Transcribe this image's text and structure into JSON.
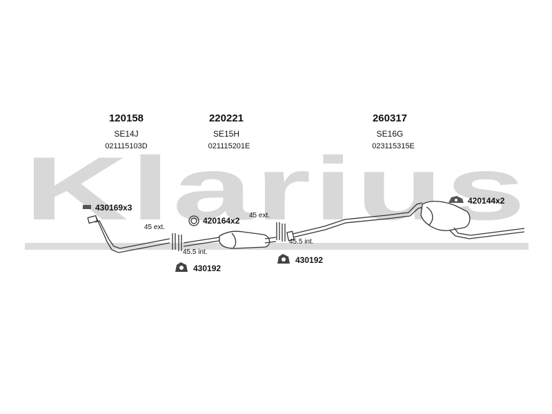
{
  "watermark": {
    "text": "Klarius",
    "color": "#d6d6d6"
  },
  "sections": [
    {
      "part": "120158",
      "model": "SE14J",
      "oem": "021115103D"
    },
    {
      "part": "220221",
      "model": "SE15H",
      "oem": "021115201E"
    },
    {
      "part": "260317",
      "model": "SE16G",
      "oem": "023115315E"
    }
  ],
  "accessories": {
    "a1": "430169x3",
    "a2": "420164x2",
    "a3": "420144x2",
    "a4": "430192",
    "a5": "430192"
  },
  "measurements": {
    "m1": "45 ext.",
    "m2": "45.5 int.",
    "m3": "45 ext.",
    "m4": "45.5 int."
  },
  "colors": {
    "line": "#333333",
    "fill": "#ffffff"
  }
}
